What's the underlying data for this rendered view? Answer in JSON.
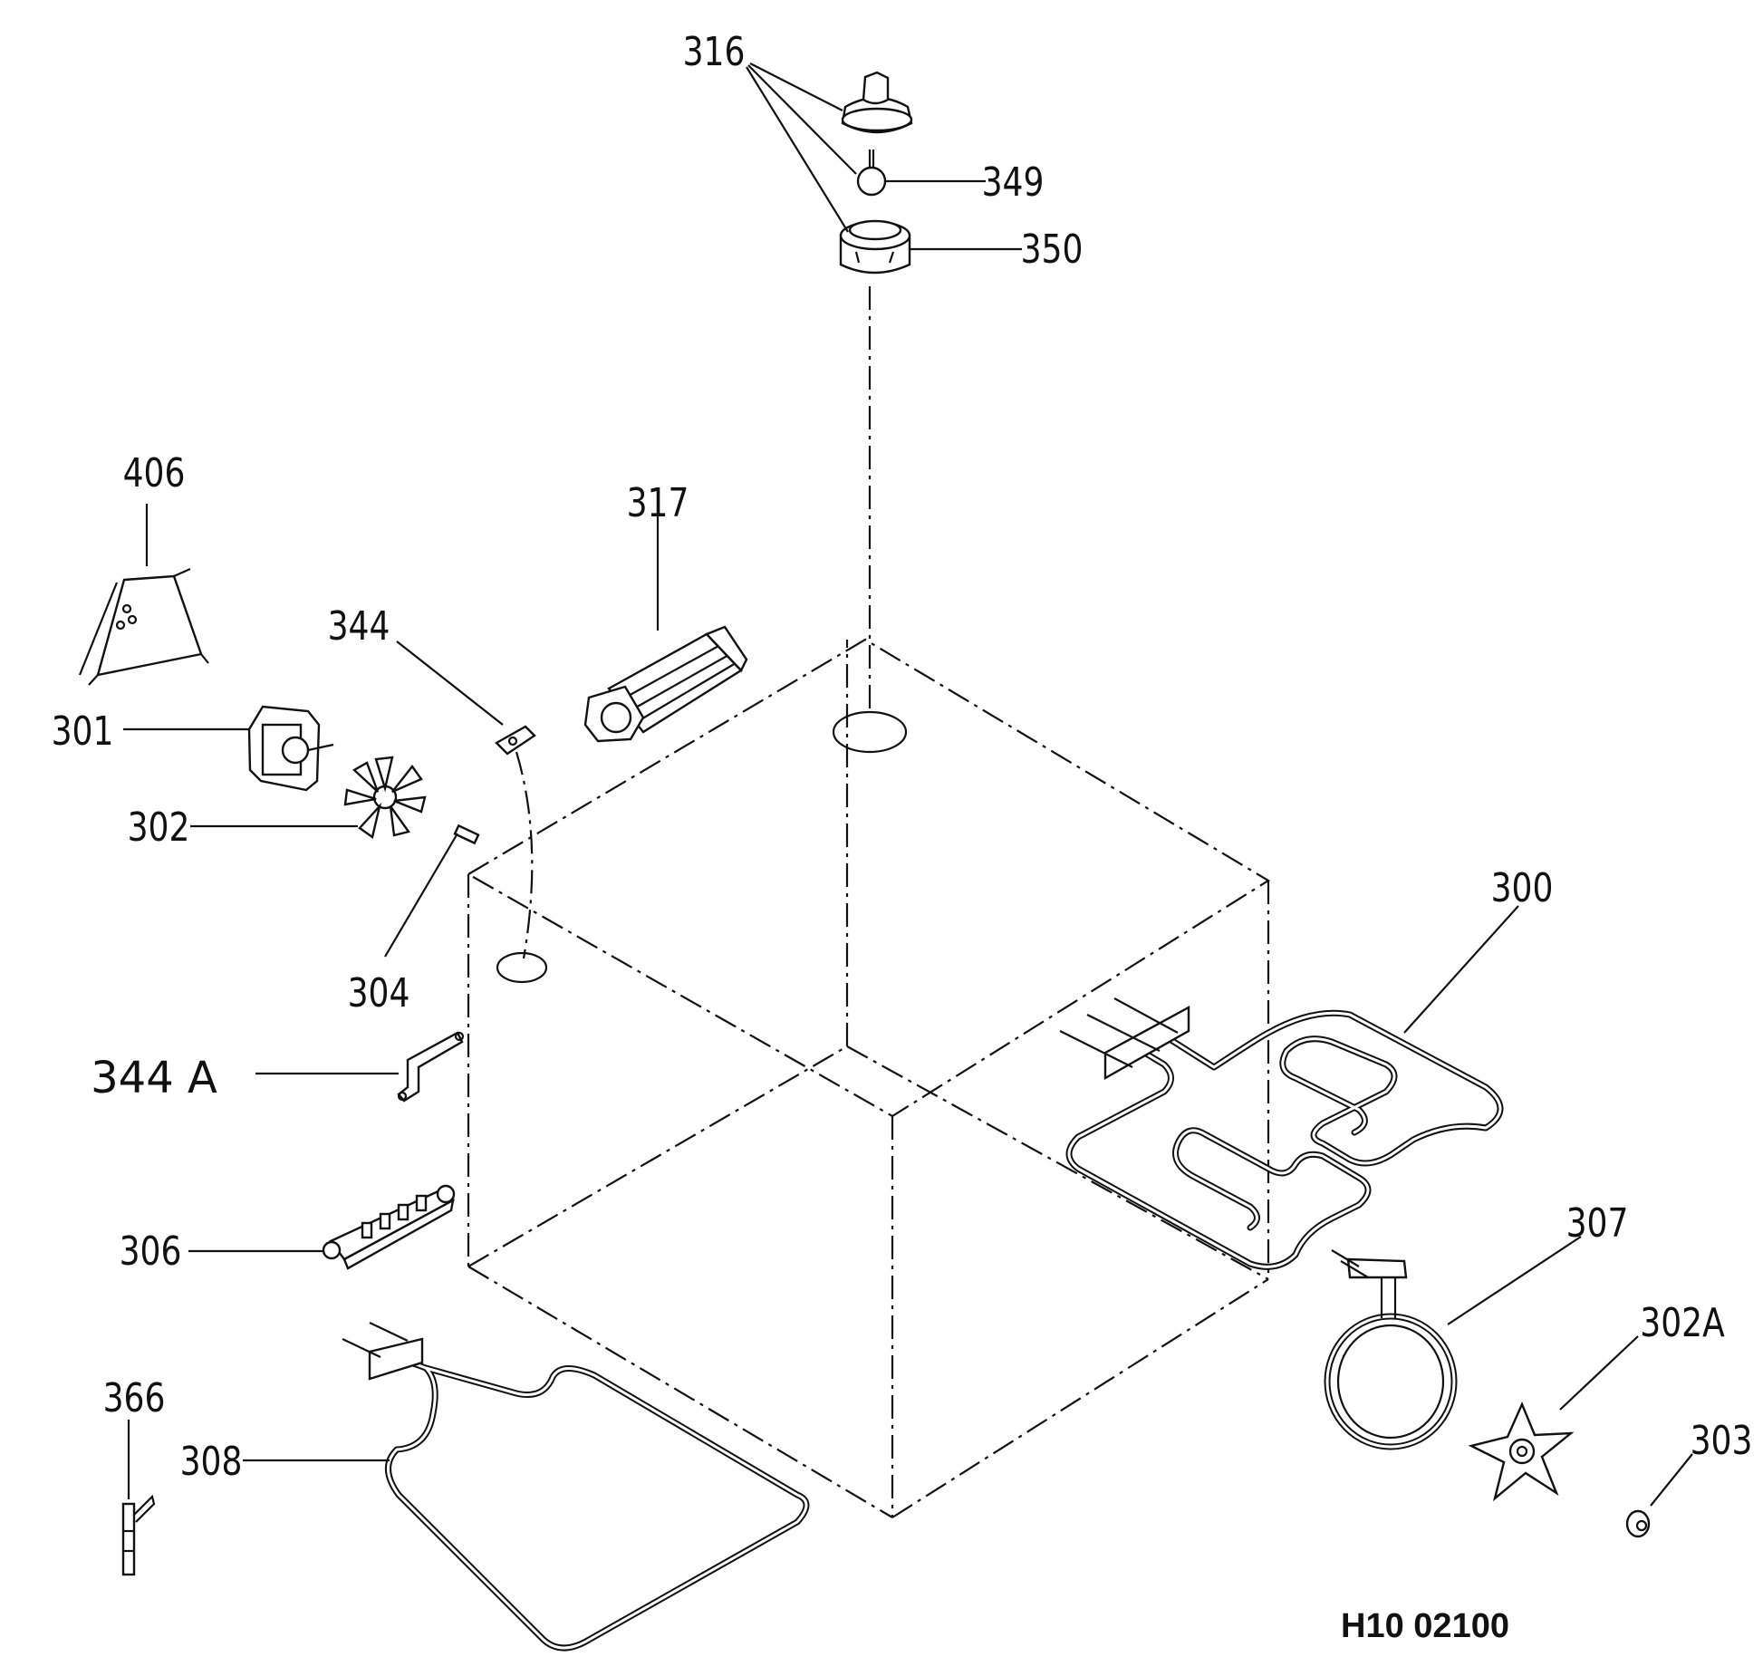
{
  "drawing_code": "H10 02100",
  "callouts": {
    "c316": "316",
    "c349": "349",
    "c350": "350",
    "c406": "406",
    "c317": "317",
    "c344": "344",
    "c301": "301",
    "c302": "302",
    "c304": "304",
    "c300": "300",
    "c344a": "344 A",
    "c306": "306",
    "c307": "307",
    "c302a": "302A",
    "c303": "303",
    "c366": "366",
    "c308": "308"
  }
}
